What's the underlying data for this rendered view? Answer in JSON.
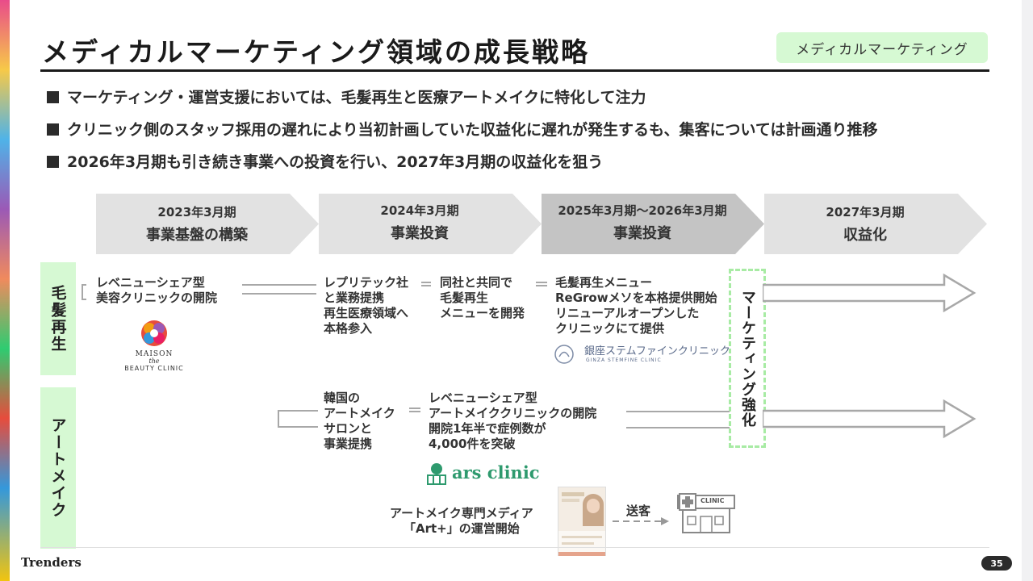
{
  "title": "メディカルマーケティング領域の成長戦略",
  "category_tag": "メディカルマーケティング",
  "bullets": [
    "マーケティング・運営支援においては、毛髪再生と医療アートメイクに特化して注力",
    "クリニック側のスタッフ採用の遅れにより当初計画していた収益化に遅れが発生するも、集客については計画通り推移",
    "2026年3月期も引き続き事業への投資を行い、2027年3月期の収益化を狙う"
  ],
  "phases": [
    {
      "year": "2023年3月期",
      "label": "事業基盤の構築",
      "color": "#e2e2e2"
    },
    {
      "year": "2024年3月期",
      "label": "事業投資",
      "color": "#e2e2e2"
    },
    {
      "year": "2025年3月期～2026年3月期",
      "label": "事業投資",
      "color": "#c4c4c4"
    },
    {
      "year": "2027年3月期",
      "label": "収益化",
      "color": "#e2e2e2"
    }
  ],
  "rows": {
    "hair": {
      "label": "毛髪再生",
      "step1": [
        "レベニューシェア型",
        "美容クリニックの開院"
      ],
      "step2": [
        "レプリテック社",
        "と業務提携",
        "再生医療領域へ",
        "本格参入"
      ],
      "step3": [
        "同社と共同で",
        "毛髪再生",
        "メニューを開発"
      ],
      "step4": [
        "毛髪再生メニュー",
        "ReGrowメソを本格提供開始",
        "リニューアルオープンした",
        "クリニックにて提供"
      ],
      "logo_maison": {
        "line1": "MAISON",
        "line2": "the",
        "line3": "BEAUTY CLINIC"
      },
      "logo_ginza": {
        "main": "銀座ステムファインクリニック",
        "sub": "GINZA STEMFINE CLINIC"
      }
    },
    "artmake": {
      "label": "アートメイク",
      "step1": [
        "韓国の",
        "アートメイク",
        "サロンと",
        "事業提携"
      ],
      "step2": [
        "レベニューシェア型",
        "アートメイククリニックの開院",
        "開院1年半で症例数が",
        "4,000件を突破"
      ],
      "logo_ars": "ars clinic",
      "media": [
        "アートメイク専門メディア",
        "「Art+」の運営開始"
      ],
      "send_label": "送客",
      "clinic_sign": "CLINIC"
    }
  },
  "marketing_box": "マーケティング強化",
  "footer": {
    "brand": "Trenders",
    "page": "35"
  },
  "colors": {
    "accent_green": "#d6f9d3",
    "dashed_green": "#a8eba4",
    "arrow_gray": "#a8a8a8"
  }
}
